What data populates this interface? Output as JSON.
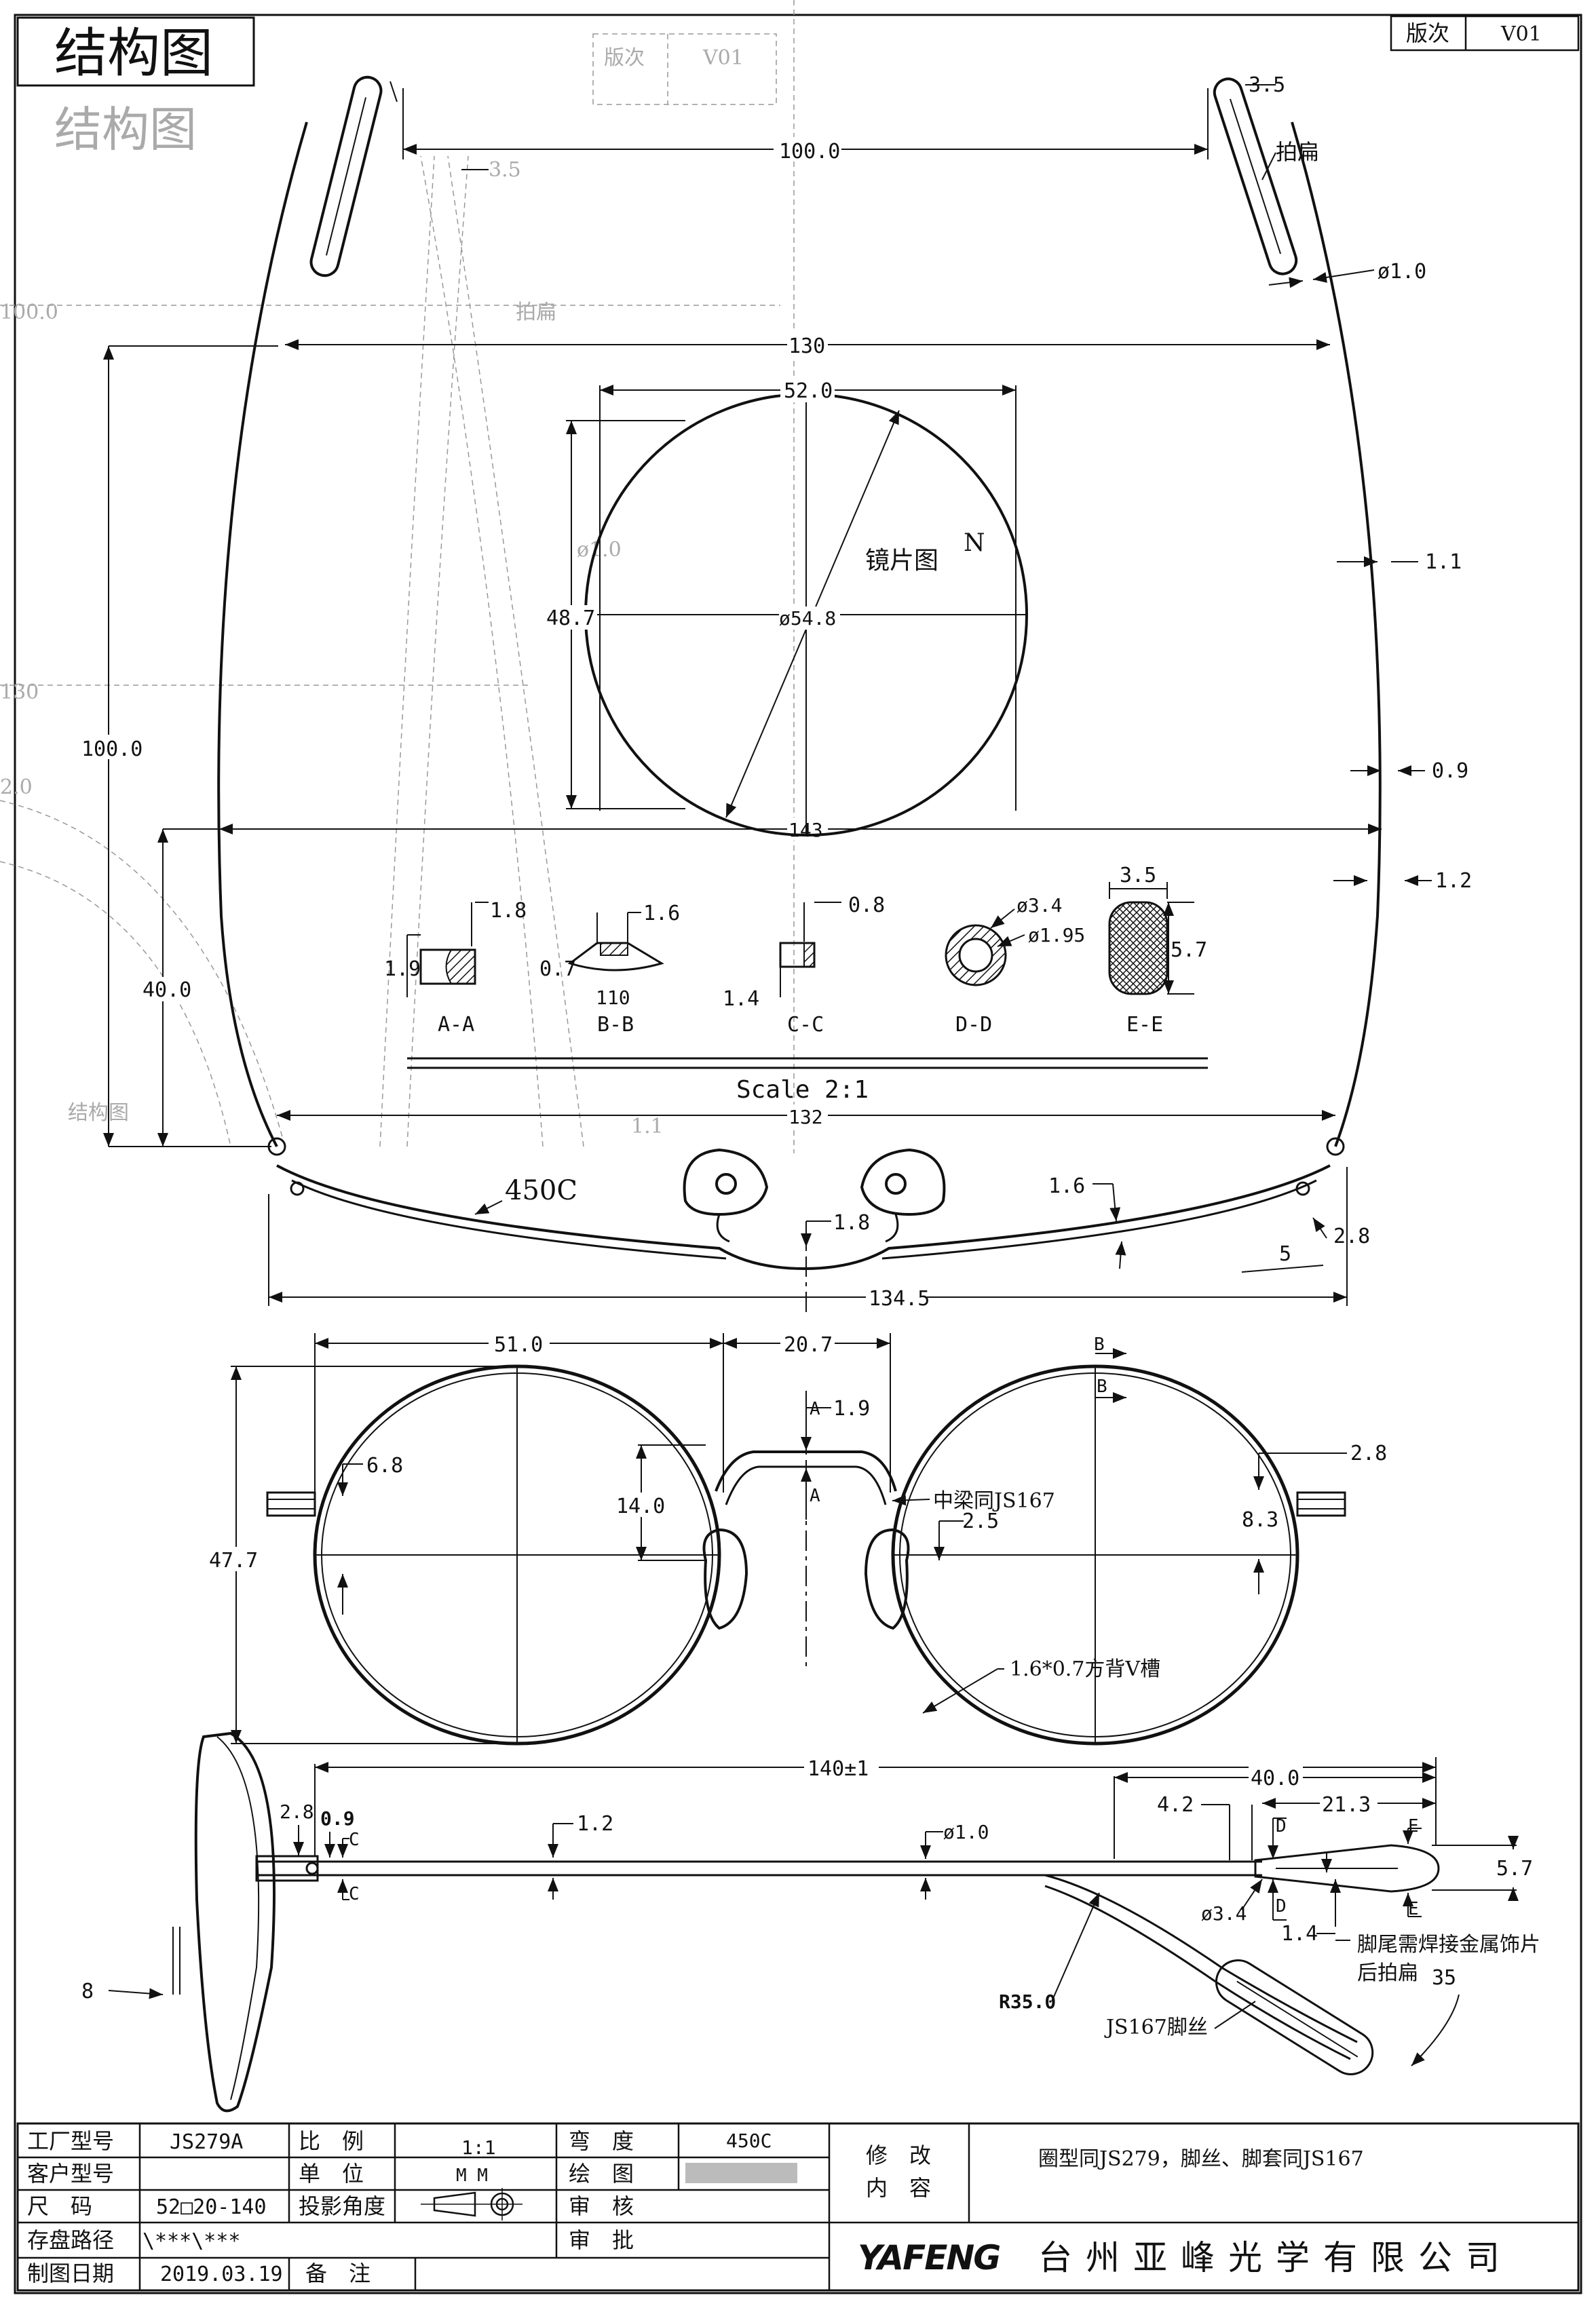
{
  "sheet": {
    "title": "结构图",
    "revision_label": "版次",
    "revision_value": "V01"
  },
  "top_view": {
    "temple_tip_width_left": "3.5",
    "temple_tip_width_right": "3.5",
    "tip_span": "100.0",
    "tip_note": "拍扁",
    "wire_dia": "ø1.0",
    "temple_span": "130",
    "wire_1_1": "1.1",
    "wire_0_9": "0.9",
    "frame_span": "143",
    "wire_1_2": "1.2",
    "depth_100": "100.0",
    "depth_40": "40.0",
    "front_span": "132",
    "base_curve": "450C",
    "bridge_1_6": "1.6",
    "bridge_1_8": "1.8",
    "hinge_2_8": "2.8",
    "angle_5": "5",
    "overall_width": "134.5"
  },
  "lens_view": {
    "width": "52.0",
    "height": "48.7",
    "diameter": "ø54.8",
    "label": "镜片图",
    "north": "N"
  },
  "sections": {
    "scale": "Scale 2:1",
    "a": {
      "label": "A-A",
      "d1": "1.8",
      "d2": "1.9"
    },
    "b": {
      "label": "B-B",
      "d1": "1.6",
      "d2": "0.7",
      "d3": "110"
    },
    "c": {
      "label": "C-C",
      "d1": "0.8",
      "d2": "1.4"
    },
    "d": {
      "label": "D-D",
      "d1": "ø3.4",
      "d2": "ø1.95"
    },
    "e": {
      "label": "E-E",
      "d1": "3.5",
      "d2": "5.7"
    }
  },
  "front_view": {
    "eye_size": "51.0",
    "bridge": "20.7",
    "height": "47.7",
    "pad_1_9": "1.9",
    "mark_a": "A",
    "mark_b": "B",
    "pad_height": "14.0",
    "bridge_note": "中梁同JS167",
    "pad_2_5": "2.5",
    "hinge_6_8": "6.8",
    "hinge_2_8": "2.8",
    "hinge_8_3": "8.3",
    "groove_note": "1.6*0.7方背V槽"
  },
  "side_view": {
    "temple_length": "140±1",
    "tip_length": "40.0",
    "d_4_2": "4.2",
    "d_21_3": "21.3",
    "d_2_8": "2.8",
    "d_0_9": "0.9",
    "d_1_2": "1.2",
    "wire_dia": "ø1.0",
    "d_5_7": "5.7",
    "d_3_4": "ø3.4",
    "d_1_4": "1.4",
    "mark_c": "C",
    "mark_d": "D",
    "mark_e": "E",
    "note_weld": "脚尾需焊接金属饰片",
    "note_flatten": "后拍扁",
    "angle_35": "35",
    "radius": "R35.0",
    "temple_note": "JS167脚丝",
    "d_8": "8"
  },
  "title_block": {
    "factory_model_label": "工厂型号",
    "factory_model_value": "JS279A",
    "ratio_label": "比　例",
    "ratio_value": "1:1",
    "curve_label": "弯　度",
    "curve_value": "450C",
    "customer_model_label": "客户型号",
    "customer_model_value": "",
    "unit_label": "单　位",
    "unit_value": "M  M",
    "drawn_label": "绘　图",
    "size_label": "尺　码",
    "size_value": "52□20-140",
    "projection_label": "投影角度",
    "review_label": "审　核",
    "path_label": "存盘路径",
    "path_value": "\\***\\***",
    "approve_label": "审　批",
    "date_label": "制图日期",
    "date_value": "2019.03.19",
    "remark_label": "备　注",
    "revise_label_1": "修　改",
    "revise_label_2": "内　容",
    "revise_content": "圈型同JS279，脚丝、脚套同JS167",
    "logo": "YAFENG",
    "company": "台州亚峰光学有限公司"
  }
}
